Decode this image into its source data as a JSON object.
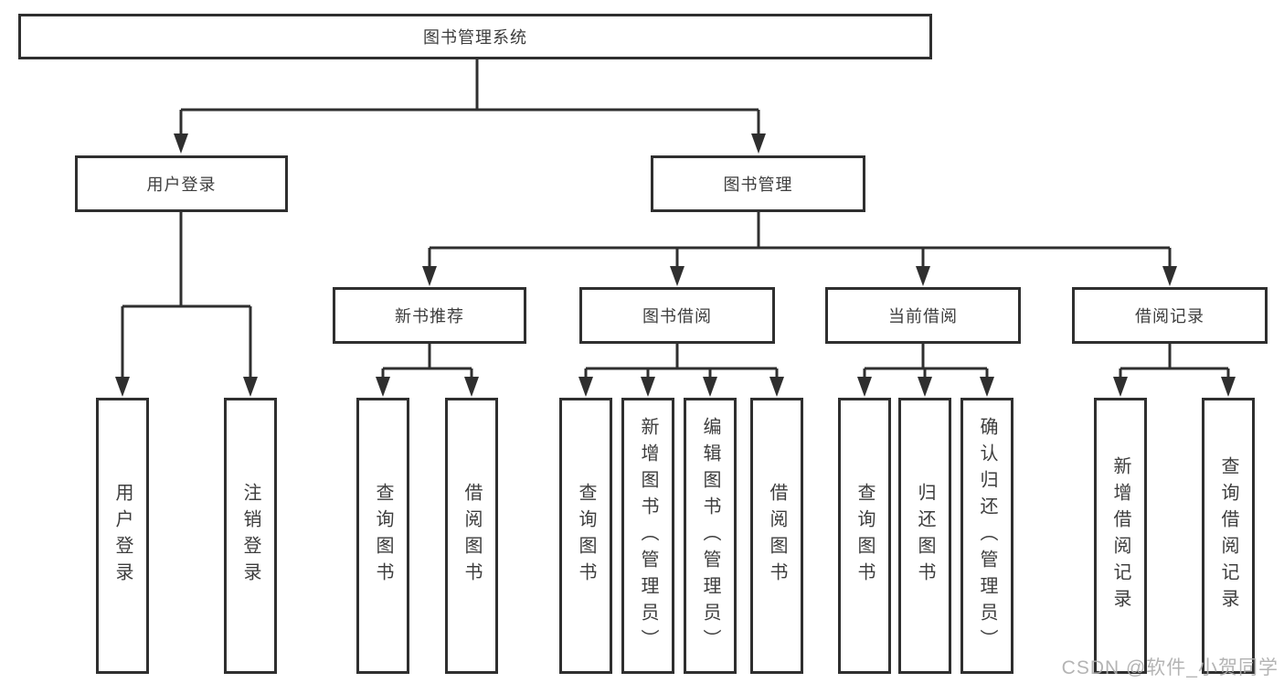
{
  "tree": {
    "label": "图书管理系统",
    "children": [
      {
        "label": "用户登录",
        "children": [
          {
            "label": "用户登录"
          },
          {
            "label": "注销登录"
          }
        ]
      },
      {
        "label": "图书管理",
        "children": [
          {
            "label": "新书推荐",
            "children": [
              {
                "label": "查询图书"
              },
              {
                "label": "借阅图书"
              }
            ]
          },
          {
            "label": "图书借阅",
            "children": [
              {
                "label": "查询图书"
              },
              {
                "label": "新增图书（管理员）"
              },
              {
                "label": "编辑图书（管理员）"
              },
              {
                "label": "借阅图书"
              }
            ]
          },
          {
            "label": "当前借阅",
            "children": [
              {
                "label": "查询图书"
              },
              {
                "label": "归还图书"
              },
              {
                "label": "确认归还（管理员）"
              }
            ]
          },
          {
            "label": "借阅记录",
            "children": [
              {
                "label": "新增借阅记录"
              },
              {
                "label": "查询借阅记录"
              }
            ]
          }
        ]
      }
    ]
  },
  "watermark": {
    "text": "CSDN @软件_小贺同学"
  },
  "colors": {
    "line": "#2f2f2f",
    "text": "#3d3d3d",
    "watermark": "#acacac",
    "background": "#ffffff"
  }
}
